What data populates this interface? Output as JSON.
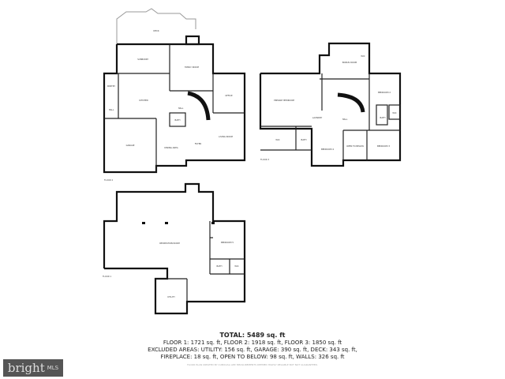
{
  "floors": [
    {
      "label": "FLOOR 2",
      "rooms": [
        "DECK",
        "SUNROOM",
        "FAMILY ROOM",
        "PANTRY",
        "KITCHEN",
        "HALL",
        "HALL",
        "OFFICE",
        "BATH",
        "LIVING ROOM",
        "FOYER",
        "DINING AREA",
        "GARAGE"
      ]
    },
    {
      "label": "FLOOR 3",
      "rooms": [
        "BONUS ROOM",
        "PRIMARY BEDROOM",
        "WIC",
        "BEDROOM 2",
        "HALL",
        "LAUNDRY",
        "BATH",
        "WIC",
        "WIC",
        "BATH",
        "BEDROOM 4",
        "OPEN TO BELOW",
        "BEDROOM 3"
      ]
    },
    {
      "label": "FLOOR 1",
      "rooms": [
        "RECREATION ROOM",
        "BEDROOM 5",
        "BATH",
        "WIC",
        "UTILITY"
      ]
    }
  ],
  "summary": {
    "total": "TOTAL: 5489 sq. ft",
    "line1": "FLOOR 1: 1721 sq. ft, FLOOR 2: 1918 sq. ft, FLOOR 3: 1850 sq. ft",
    "line2": "EXCLUDED AREAS: UTILITY: 156 sq. ft, GARAGE: 390 sq. ft, DECK: 343 sq. ft,",
    "line3": "FIREPLACE: 18 sq. ft, OPEN TO BELOW: 98 sq. ft, WALLS: 326 sq. ft",
    "disclaimer": "FLOOR PLAN CREATED BY CUBICASA APP. MEASUREMENTS DEEMED HIGHLY RELIABLE BUT NOT GUARANTEED."
  },
  "logo": {
    "word": "bright",
    "suffix": "MLS",
    "accent": "#e8542a"
  }
}
